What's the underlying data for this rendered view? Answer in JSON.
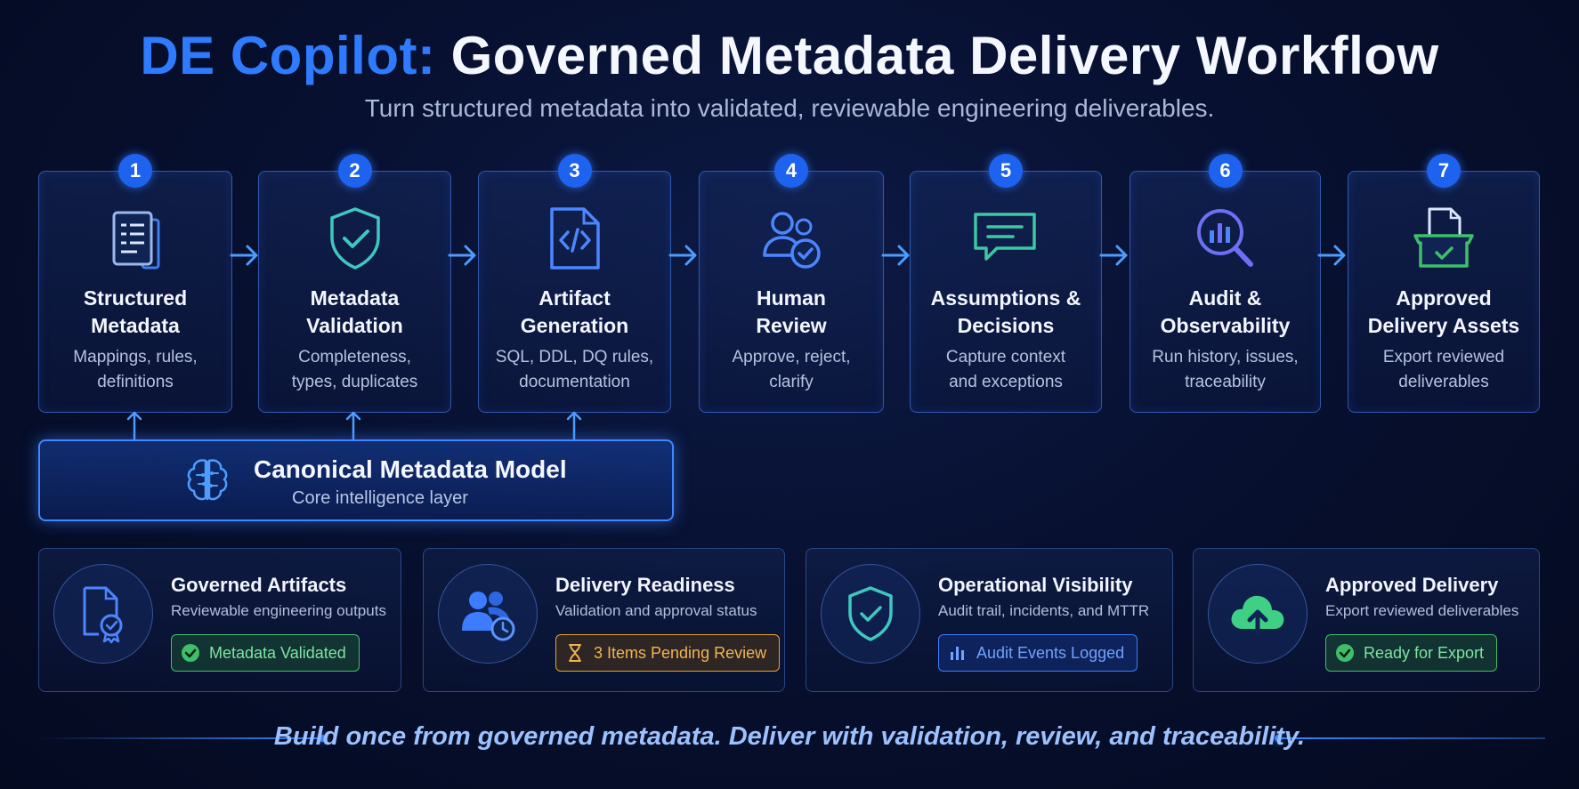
{
  "header": {
    "title_accent": "DE Copilot:",
    "title_main": "Governed Metadata Delivery Workflow",
    "subtitle": "Turn structured metadata into validated, reviewable engineering deliverables."
  },
  "steps": [
    {
      "number": "1",
      "title": "Structured\nMetadata",
      "desc": "Mappings, rules,\ndefinitions",
      "icon": "document-list-icon"
    },
    {
      "number": "2",
      "title": "Metadata\nValidation",
      "desc": "Completeness,\ntypes, duplicates",
      "icon": "shield-check-icon"
    },
    {
      "number": "3",
      "title": "Artifact\nGeneration",
      "desc": "SQL, DDL, DQ rules,\ndocumentation",
      "icon": "code-file-icon"
    },
    {
      "number": "4",
      "title": "Human\nReview",
      "desc": "Approve, reject,\nclarify",
      "icon": "users-check-icon"
    },
    {
      "number": "5",
      "title": "Assumptions &\nDecisions",
      "desc": "Capture context\nand exceptions",
      "icon": "chat-bubble-icon"
    },
    {
      "number": "6",
      "title": "Audit &\nObservability",
      "desc": "Run history, issues,\ntraceability",
      "icon": "magnifier-chart-icon"
    },
    {
      "number": "7",
      "title": "Approved\nDelivery Assets",
      "desc": "Export reviewed\ndeliverables",
      "icon": "document-box-icon"
    }
  ],
  "canonical": {
    "title": "Canonical Metadata Model",
    "subtitle": "Core intelligence layer",
    "icon": "brain-icon"
  },
  "cards": [
    {
      "title": "Governed Artifacts",
      "desc": "Reviewable engineering outputs",
      "status": "Metadata Validated",
      "status_color": "#3fbf6a",
      "icon": "certified-file-icon",
      "status_icon": "check-circle-icon"
    },
    {
      "title": "Delivery Readiness",
      "desc": "Validation and approval status",
      "status": "3 Items Pending Review",
      "status_color": "#e8a23a",
      "icon": "team-clock-icon",
      "status_icon": "hourglass-icon"
    },
    {
      "title": "Operational Visibility",
      "desc": "Audit trail, incidents, and MTTR",
      "status": "Audit Events Logged",
      "status_color": "#3b7cff",
      "icon": "shield-check-icon",
      "status_icon": "bar-chart-icon"
    },
    {
      "title": "Approved Delivery",
      "desc": "Export reviewed deliverables",
      "status": "Ready for Export",
      "status_color": "#3fbf6a",
      "icon": "cloud-upload-icon",
      "status_icon": "check-circle-icon"
    }
  ],
  "footer": {
    "tagline": "Build once from governed metadata. Deliver with validation, review, and traceability."
  },
  "colors": {
    "accent": "#2f7bff",
    "background": "#071030"
  }
}
